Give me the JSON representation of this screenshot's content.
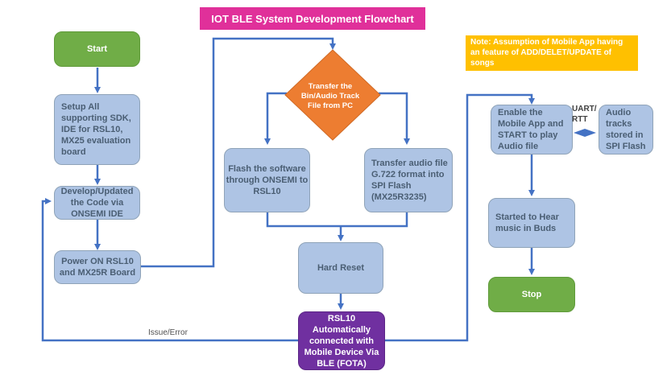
{
  "title": "IOT BLE System Development Flowchart",
  "note": "Note: Assumption of Mobile App having an feature of ADD/DELET/UPDATE of songs",
  "colors": {
    "title_bg": "#e0309a",
    "note_bg": "#ffc000",
    "terminal": "#70ad47",
    "process": "#aec4e4",
    "decision": "#ed7d31",
    "highlight": "#7030a0",
    "connector": "#4472c4"
  },
  "nodes": {
    "start": "Start",
    "setup": "Setup All supporting SDK, IDE for RSL10, MX25 evaluation board",
    "develop": "Develop/Updated the Code via ONSEMI IDE",
    "power_on": "Power ON RSL10 and MX25R Board",
    "transfer_decision": "Transfer the Bin/Audio Track File from PC",
    "flash_software": "Flash the software through ONSEMI to RSL10",
    "transfer_audio": "Transfer audio file G.722 format into SPI Flash (MX25R3235)",
    "hard_reset": "Hard Reset",
    "rsl10_connected": "RSL10 Automatically connected with Mobile Device Via BLE (FOTA)",
    "enable_app": "Enable the Mobile App and START to play Audio file",
    "audio_tracks": "Audio tracks stored in SPI Flash",
    "hear_music": "Started to Hear music in Buds",
    "stop": "Stop"
  },
  "edge_labels": {
    "uart_rtt": "UART/ RTT",
    "issue_error": "Issue/Error"
  }
}
